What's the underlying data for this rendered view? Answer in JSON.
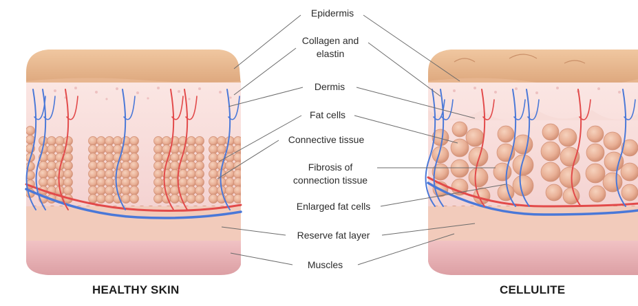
{
  "labels": {
    "epidermis": "Epidermis",
    "collagen_line1": "Collagen and",
    "collagen_line2": "elastin",
    "dermis": "Dermis",
    "fat_cells": "Fat cells",
    "connective_tissue": "Connective tissue",
    "fibrosis_line1": "Fibrosis of",
    "fibrosis_line2": "connection tissue",
    "enlarged_fat_cells": "Enlarged fat cells",
    "reserve_fat_layer": "Reserve fat layer",
    "muscles": "Muscles"
  },
  "captions": {
    "left": "HEALTHY SKIN",
    "right": "CELLULITE"
  },
  "colors": {
    "epidermis_top": "#e8b98f",
    "epidermis_side": "#d9a37c",
    "dermis": "#f5dada",
    "fat_cell": "#eab59a",
    "fat_cell_shade": "#d9957a",
    "muscle": "#eab0b5",
    "vein": "#4a78d8",
    "artery": "#e24a4a",
    "leader_line": "#5a5a5a"
  }
}
